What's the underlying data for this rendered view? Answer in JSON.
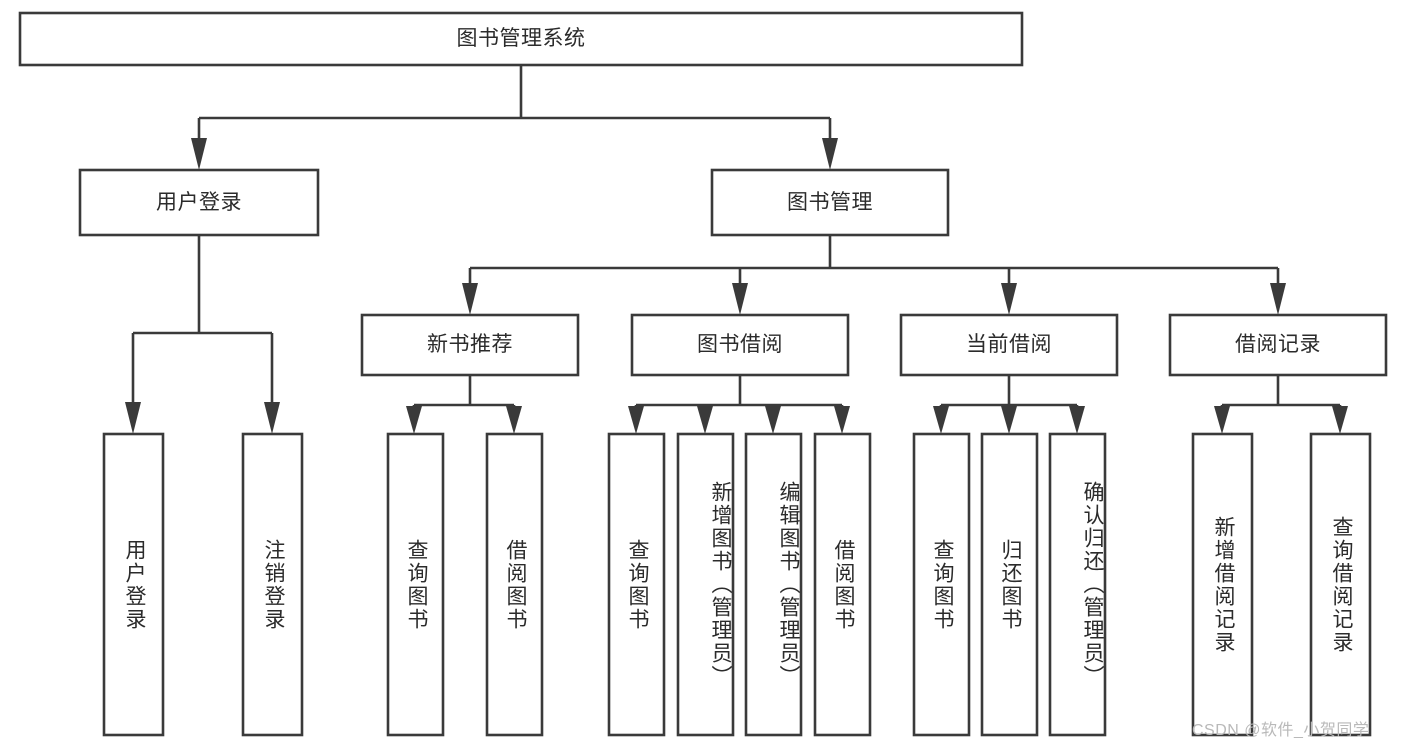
{
  "diagram": {
    "title": "图书管理系统",
    "type": "hierarchy-tree",
    "watermark": "CSDN @软件_小贺同学",
    "colors": {
      "stroke": "#3a3a3a",
      "fill": "#ffffff",
      "text": "#2b2b2b",
      "watermark": "#b9b9b9"
    },
    "levels": {
      "root": {
        "label": "图书管理系统"
      },
      "level2": [
        {
          "label": "用户登录"
        },
        {
          "label": "图书管理"
        }
      ],
      "level3": [
        {
          "label": "新书推荐"
        },
        {
          "label": "图书借阅"
        },
        {
          "label": "当前借阅"
        },
        {
          "label": "借阅记录"
        }
      ],
      "leaves": {
        "user_login": [
          {
            "label": "用户登录"
          },
          {
            "label": "注销登录"
          }
        ],
        "new_book_recommend": [
          {
            "label": "查询图书"
          },
          {
            "label": "借阅图书"
          }
        ],
        "book_borrow": [
          {
            "label": "查询图书"
          },
          {
            "label": "新增图书（管理员）"
          },
          {
            "label": "编辑图书（管理员）"
          },
          {
            "label": "借阅图书"
          }
        ],
        "current_borrow": [
          {
            "label": "查询图书"
          },
          {
            "label": "归还图书"
          },
          {
            "label": "确认归还（管理员）"
          }
        ],
        "borrow_record": [
          {
            "label": "新增借阅记录"
          },
          {
            "label": "查询借阅记录"
          }
        ]
      }
    }
  }
}
